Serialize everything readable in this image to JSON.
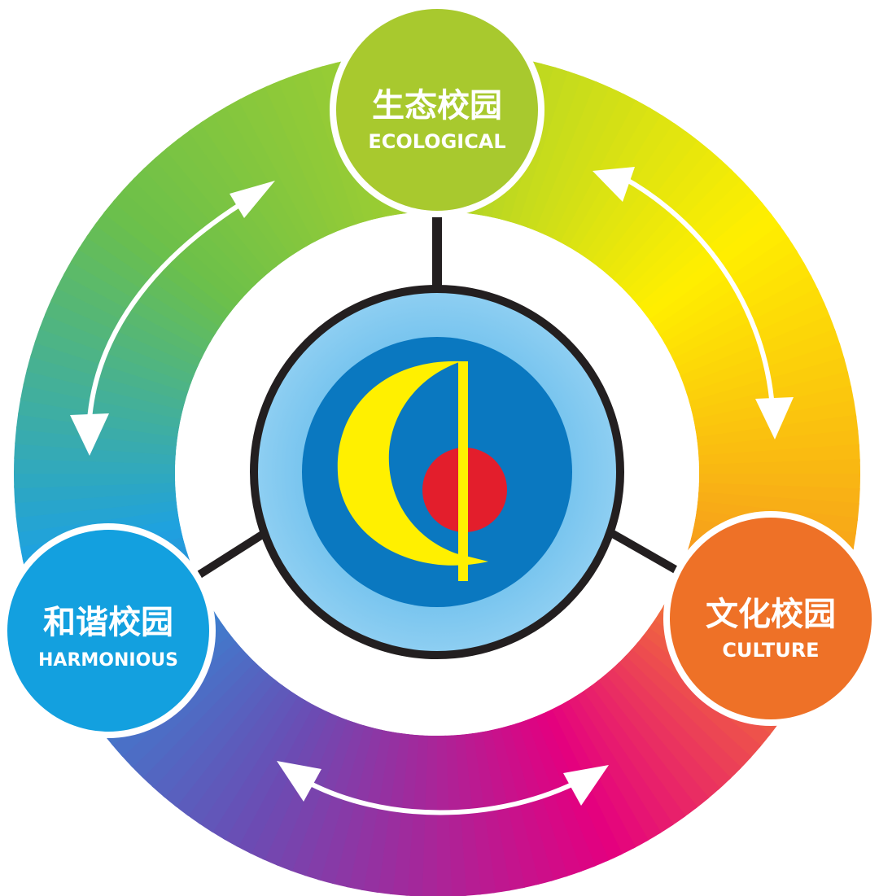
{
  "nodes": {
    "ecological": {
      "title": "生态校园",
      "subtitle": "ECOLOGICAL",
      "color": "#A8C92E"
    },
    "culture": {
      "title": "文化校园",
      "subtitle": "CULTURE",
      "color": "#EE7127"
    },
    "harmonious": {
      "title": "和谐校园",
      "subtitle": "HARMONIOUS",
      "color": "#13A0DF"
    }
  },
  "ring_colors": [
    "#A9D12B",
    "#FFEF00",
    "#F7A11A",
    "#E4007F",
    "#6C4BB3",
    "#1EA1E0",
    "#6CC04A"
  ],
  "logo": {
    "outer_color": "#8FCFF2",
    "inner_color": "#0A78C0",
    "crescent_color": "#FFF000",
    "sun_color": "#E31E2C"
  },
  "arrows": [
    "ecological-culture",
    "culture-harmonious",
    "harmonious-ecological"
  ]
}
